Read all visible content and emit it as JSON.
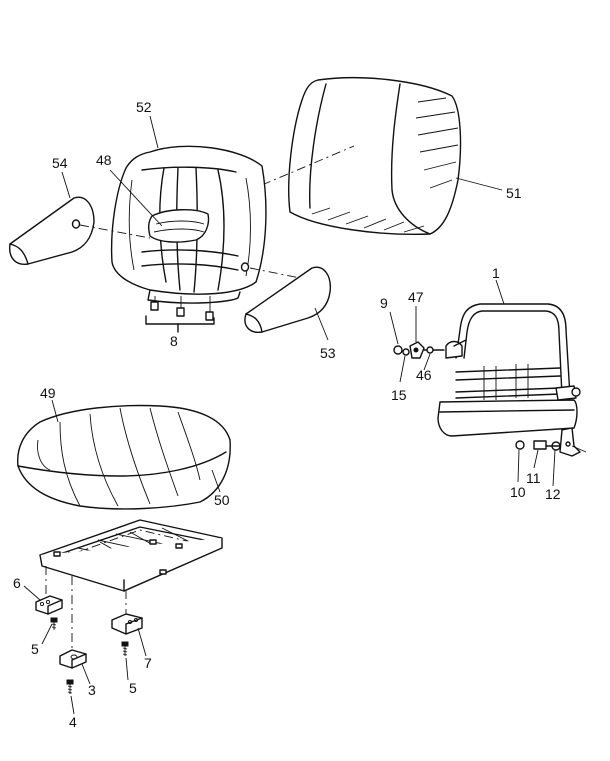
{
  "callouts": {
    "c1": "1",
    "c3": "3",
    "c4": "4",
    "c5a": "5",
    "c5b": "5",
    "c6": "6",
    "c7": "7",
    "c8": "8",
    "c9": "9",
    "c10": "10",
    "c11": "11",
    "c12": "12",
    "c15": "15",
    "c46": "46",
    "c47": "47",
    "c48": "48",
    "c49": "49",
    "c50": "50",
    "c51": "51",
    "c52": "52",
    "c53": "53",
    "c54": "54"
  },
  "colors": {
    "line": "#111111",
    "background": "#ffffff"
  }
}
